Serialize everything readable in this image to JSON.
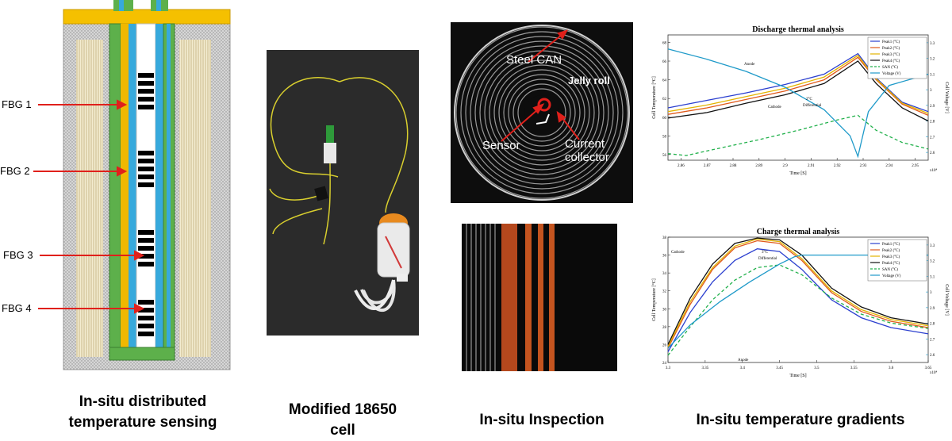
{
  "captions": {
    "sensing": [
      "In-situ distributed",
      "temperature sensing"
    ],
    "cell": [
      "Modified 18650",
      "cell"
    ],
    "inspection": "In-situ Inspection",
    "gradients": "In-situ temperature gradients"
  },
  "fbg_labels": [
    "FBG 1",
    "FBG 2",
    "FBG 3",
    "FBG 4"
  ],
  "ct_labels": {
    "steel_can": "Steel CAN",
    "jelly_roll": "Jelly roll",
    "sensor": "Sensor",
    "current_collector": [
      "Current",
      "collector"
    ]
  },
  "colors": {
    "cap": "#f5c000",
    "green": "#5db04b",
    "blue": "#37a9dc",
    "yellow_fiber": "#f0b800",
    "arrow": "#e0201b",
    "winding": "#e8dfb8",
    "hatch": "#bdbdbd",
    "ct_bg": "#0d0d0d"
  },
  "chart_data": [
    {
      "type": "line",
      "title": "Discharge thermal analysis",
      "xlabel": "Time [S]",
      "ylabel": "Cell Temperature [°C]",
      "y2label": "Cell Voltage [V]",
      "x_ticks": [
        "2.86",
        "2.87",
        "2.88",
        "2.89",
        "2.9",
        "2.91",
        "2.92",
        "2.93",
        "2.94",
        "2.95"
      ],
      "x_multiplier": "x10⁴",
      "y_ticks": [
        "56",
        "58",
        "60",
        "62",
        "64",
        "66",
        "68"
      ],
      "y2_ticks": [
        "2.6",
        "2.7",
        "2.8",
        "2.9",
        "3",
        "3.1",
        "3.2",
        "3.3"
      ],
      "xlim": [
        2.855,
        2.955
      ],
      "ylim": [
        55.4,
        68.8
      ],
      "y2lim": [
        2.55,
        3.35
      ],
      "legend": [
        "Peak1 (°C)",
        "Peak2 (°C)",
        "Peak3 (°C)",
        "Peak4 (°C)",
        "SAN (°C)",
        "Voltage (V)"
      ],
      "legend_position": "top-right",
      "annotations": [
        "Anode",
        "2°C",
        "Differential",
        "Cathode"
      ],
      "series": [
        {
          "name": "Peak1 (°C)",
          "color": "#2b3fcf",
          "x": [
            2.855,
            2.87,
            2.885,
            2.9,
            2.915,
            2.928,
            2.935,
            2.945,
            2.955
          ],
          "y": [
            61.0,
            61.8,
            62.6,
            63.5,
            64.6,
            66.8,
            64.2,
            61.6,
            60.6
          ]
        },
        {
          "name": "Peak2 (°C)",
          "color": "#e05a1c",
          "x": [
            2.855,
            2.87,
            2.885,
            2.9,
            2.915,
            2.928,
            2.935,
            2.945,
            2.955
          ],
          "y": [
            60.3,
            61.0,
            61.9,
            62.8,
            64.0,
            66.4,
            64.0,
            61.4,
            60.2
          ]
        },
        {
          "name": "Peak3 (°C)",
          "color": "#e3b400",
          "x": [
            2.855,
            2.87,
            2.885,
            2.9,
            2.915,
            2.928,
            2.935,
            2.945,
            2.955
          ],
          "y": [
            60.6,
            61.3,
            62.2,
            63.1,
            64.3,
            66.6,
            64.1,
            61.5,
            60.4
          ]
        },
        {
          "name": "Peak4 (°C)",
          "color": "#111111",
          "x": [
            2.855,
            2.87,
            2.885,
            2.9,
            2.915,
            2.928,
            2.935,
            2.945,
            2.955
          ],
          "y": [
            59.9,
            60.5,
            61.5,
            62.4,
            63.6,
            66.0,
            63.6,
            61.0,
            59.6
          ]
        },
        {
          "name": "SAN (°C)",
          "color": "#22b14c",
          "x": [
            2.855,
            2.862,
            2.875,
            2.89,
            2.905,
            2.92,
            2.928,
            2.935,
            2.945,
            2.955
          ],
          "y": [
            56.1,
            55.9,
            56.7,
            57.6,
            58.6,
            59.7,
            60.2,
            58.6,
            57.3,
            56.6
          ]
        },
        {
          "name": "Voltage (V)",
          "color": "#1f9ac9",
          "x": [
            2.855,
            2.87,
            2.885,
            2.9,
            2.915,
            2.925,
            2.928,
            2.932,
            2.94,
            2.955
          ],
          "y": [
            67.3,
            66.2,
            64.9,
            63.2,
            60.8,
            58.0,
            55.8,
            60.6,
            63.4,
            64.6
          ]
        }
      ]
    },
    {
      "type": "line",
      "title": "Charge thermal analysis",
      "xlabel": "Time [S]",
      "ylabel": "Cell Temperature [°C]",
      "y2label": "Cell Voltage [V]",
      "x_ticks": [
        "3.3",
        "3.35",
        "3.4",
        "3.45",
        "3.5",
        "3.55",
        "3.6",
        "3.65"
      ],
      "x_multiplier": "x10⁴",
      "y_ticks": [
        "24",
        "26",
        "28",
        "30",
        "32",
        "34",
        "36",
        "38"
      ],
      "y2_ticks": [
        "2.6",
        "2.7",
        "2.8",
        "2.9",
        "3",
        "3.1",
        "3.2",
        "3.3"
      ],
      "xlim": [
        3.3,
        3.65
      ],
      "ylim": [
        24,
        38
      ],
      "y2lim": [
        2.55,
        3.35
      ],
      "legend": [
        "Peak1 (°C)",
        "Peak2 (°C)",
        "Peak3 (°C)",
        "Peak4 (°C)",
        "SAN (°C)",
        "Voltage (V)"
      ],
      "legend_position": "top-right",
      "annotations": [
        "Cathode",
        "3°C",
        "Differential",
        "Anode"
      ],
      "series": [
        {
          "name": "Peak1 (°C)",
          "color": "#2b3fcf",
          "x": [
            3.3,
            3.33,
            3.36,
            3.39,
            3.42,
            3.45,
            3.48,
            3.52,
            3.56,
            3.6,
            3.65
          ],
          "y": [
            25.2,
            29.6,
            33.0,
            35.4,
            36.7,
            36.4,
            34.4,
            31.0,
            29.0,
            27.9,
            27.2
          ]
        },
        {
          "name": "Peak2 (°C)",
          "color": "#e05a1c",
          "x": [
            3.3,
            3.33,
            3.36,
            3.39,
            3.42,
            3.45,
            3.48,
            3.52,
            3.56,
            3.6,
            3.65
          ],
          "y": [
            25.6,
            30.5,
            34.4,
            36.8,
            37.6,
            37.3,
            35.4,
            31.8,
            29.7,
            28.6,
            27.9
          ]
        },
        {
          "name": "Peak3 (°C)",
          "color": "#e3b400",
          "x": [
            3.3,
            3.33,
            3.36,
            3.39,
            3.42,
            3.45,
            3.48,
            3.52,
            3.56,
            3.6,
            3.65
          ],
          "y": [
            25.8,
            30.8,
            34.6,
            37.0,
            37.8,
            37.5,
            35.6,
            32.0,
            29.9,
            28.8,
            28.1
          ]
        },
        {
          "name": "Peak4 (°C)",
          "color": "#111111",
          "x": [
            3.3,
            3.33,
            3.36,
            3.39,
            3.42,
            3.45,
            3.48,
            3.52,
            3.56,
            3.6,
            3.65
          ],
          "y": [
            26.0,
            31.2,
            35.0,
            37.3,
            37.9,
            37.7,
            36.0,
            32.3,
            30.2,
            29.0,
            28.3
          ]
        },
        {
          "name": "SAN (°C)",
          "color": "#22b14c",
          "x": [
            3.3,
            3.33,
            3.36,
            3.39,
            3.42,
            3.45,
            3.48,
            3.52,
            3.56,
            3.6,
            3.65
          ],
          "y": [
            24.8,
            28.0,
            31.0,
            33.2,
            34.6,
            34.9,
            33.8,
            31.2,
            29.4,
            28.4,
            27.8
          ]
        },
        {
          "name": "Voltage (V)",
          "color": "#1f9ac9",
          "x": [
            3.3,
            3.33,
            3.37,
            3.41,
            3.45,
            3.47,
            3.48,
            3.5,
            3.55,
            3.6,
            3.65
          ],
          "y": [
            25.6,
            28.2,
            30.8,
            33.0,
            35.0,
            35.8,
            36.0,
            36.0,
            36.0,
            36.0,
            36.0
          ]
        }
      ]
    }
  ]
}
